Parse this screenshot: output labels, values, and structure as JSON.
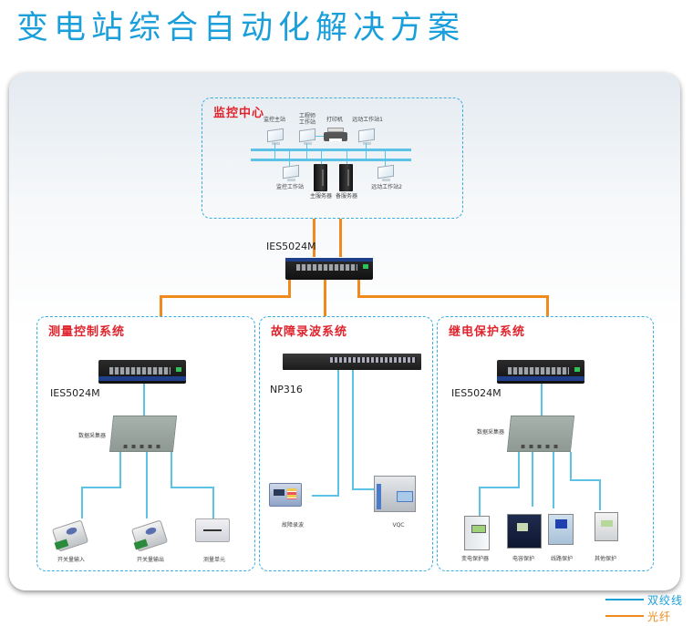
{
  "title": "变电站综合自动化解决方案",
  "monitor_center": {
    "title": "监控中心",
    "devices": {
      "monitor_master": "监控主站",
      "engineer_ws": "工程师\n工作站",
      "printer": "打印机",
      "telecontrol_ws1": "远动工作站1",
      "monitor_ws": "监控工作站",
      "main_server": "主服务器",
      "backup_server": "备服务器",
      "telecontrol_ws2": "远动工作站2"
    }
  },
  "core_switch": {
    "model": "IES5024M"
  },
  "subsystems": [
    {
      "title": "测量控制系统",
      "switch_model": "IES5024M",
      "collector_label": "数据采集器",
      "devices": [
        "开关量输入",
        "开关量输出",
        "测量单元"
      ]
    },
    {
      "title": "故障录波系统",
      "switch_model": "NP316",
      "devices": [
        "故障录波",
        "VQC"
      ]
    },
    {
      "title": "继电保护系统",
      "switch_model": "IES5024M",
      "collector_label": "数据采集器",
      "devices": [
        "变电保护器",
        "电容保护",
        "线路保护",
        "其他保护"
      ]
    }
  ],
  "legend": [
    {
      "label": "双绞线",
      "color": "#1a9fdb"
    },
    {
      "label": "光纤",
      "color": "#f08a1d"
    }
  ]
}
